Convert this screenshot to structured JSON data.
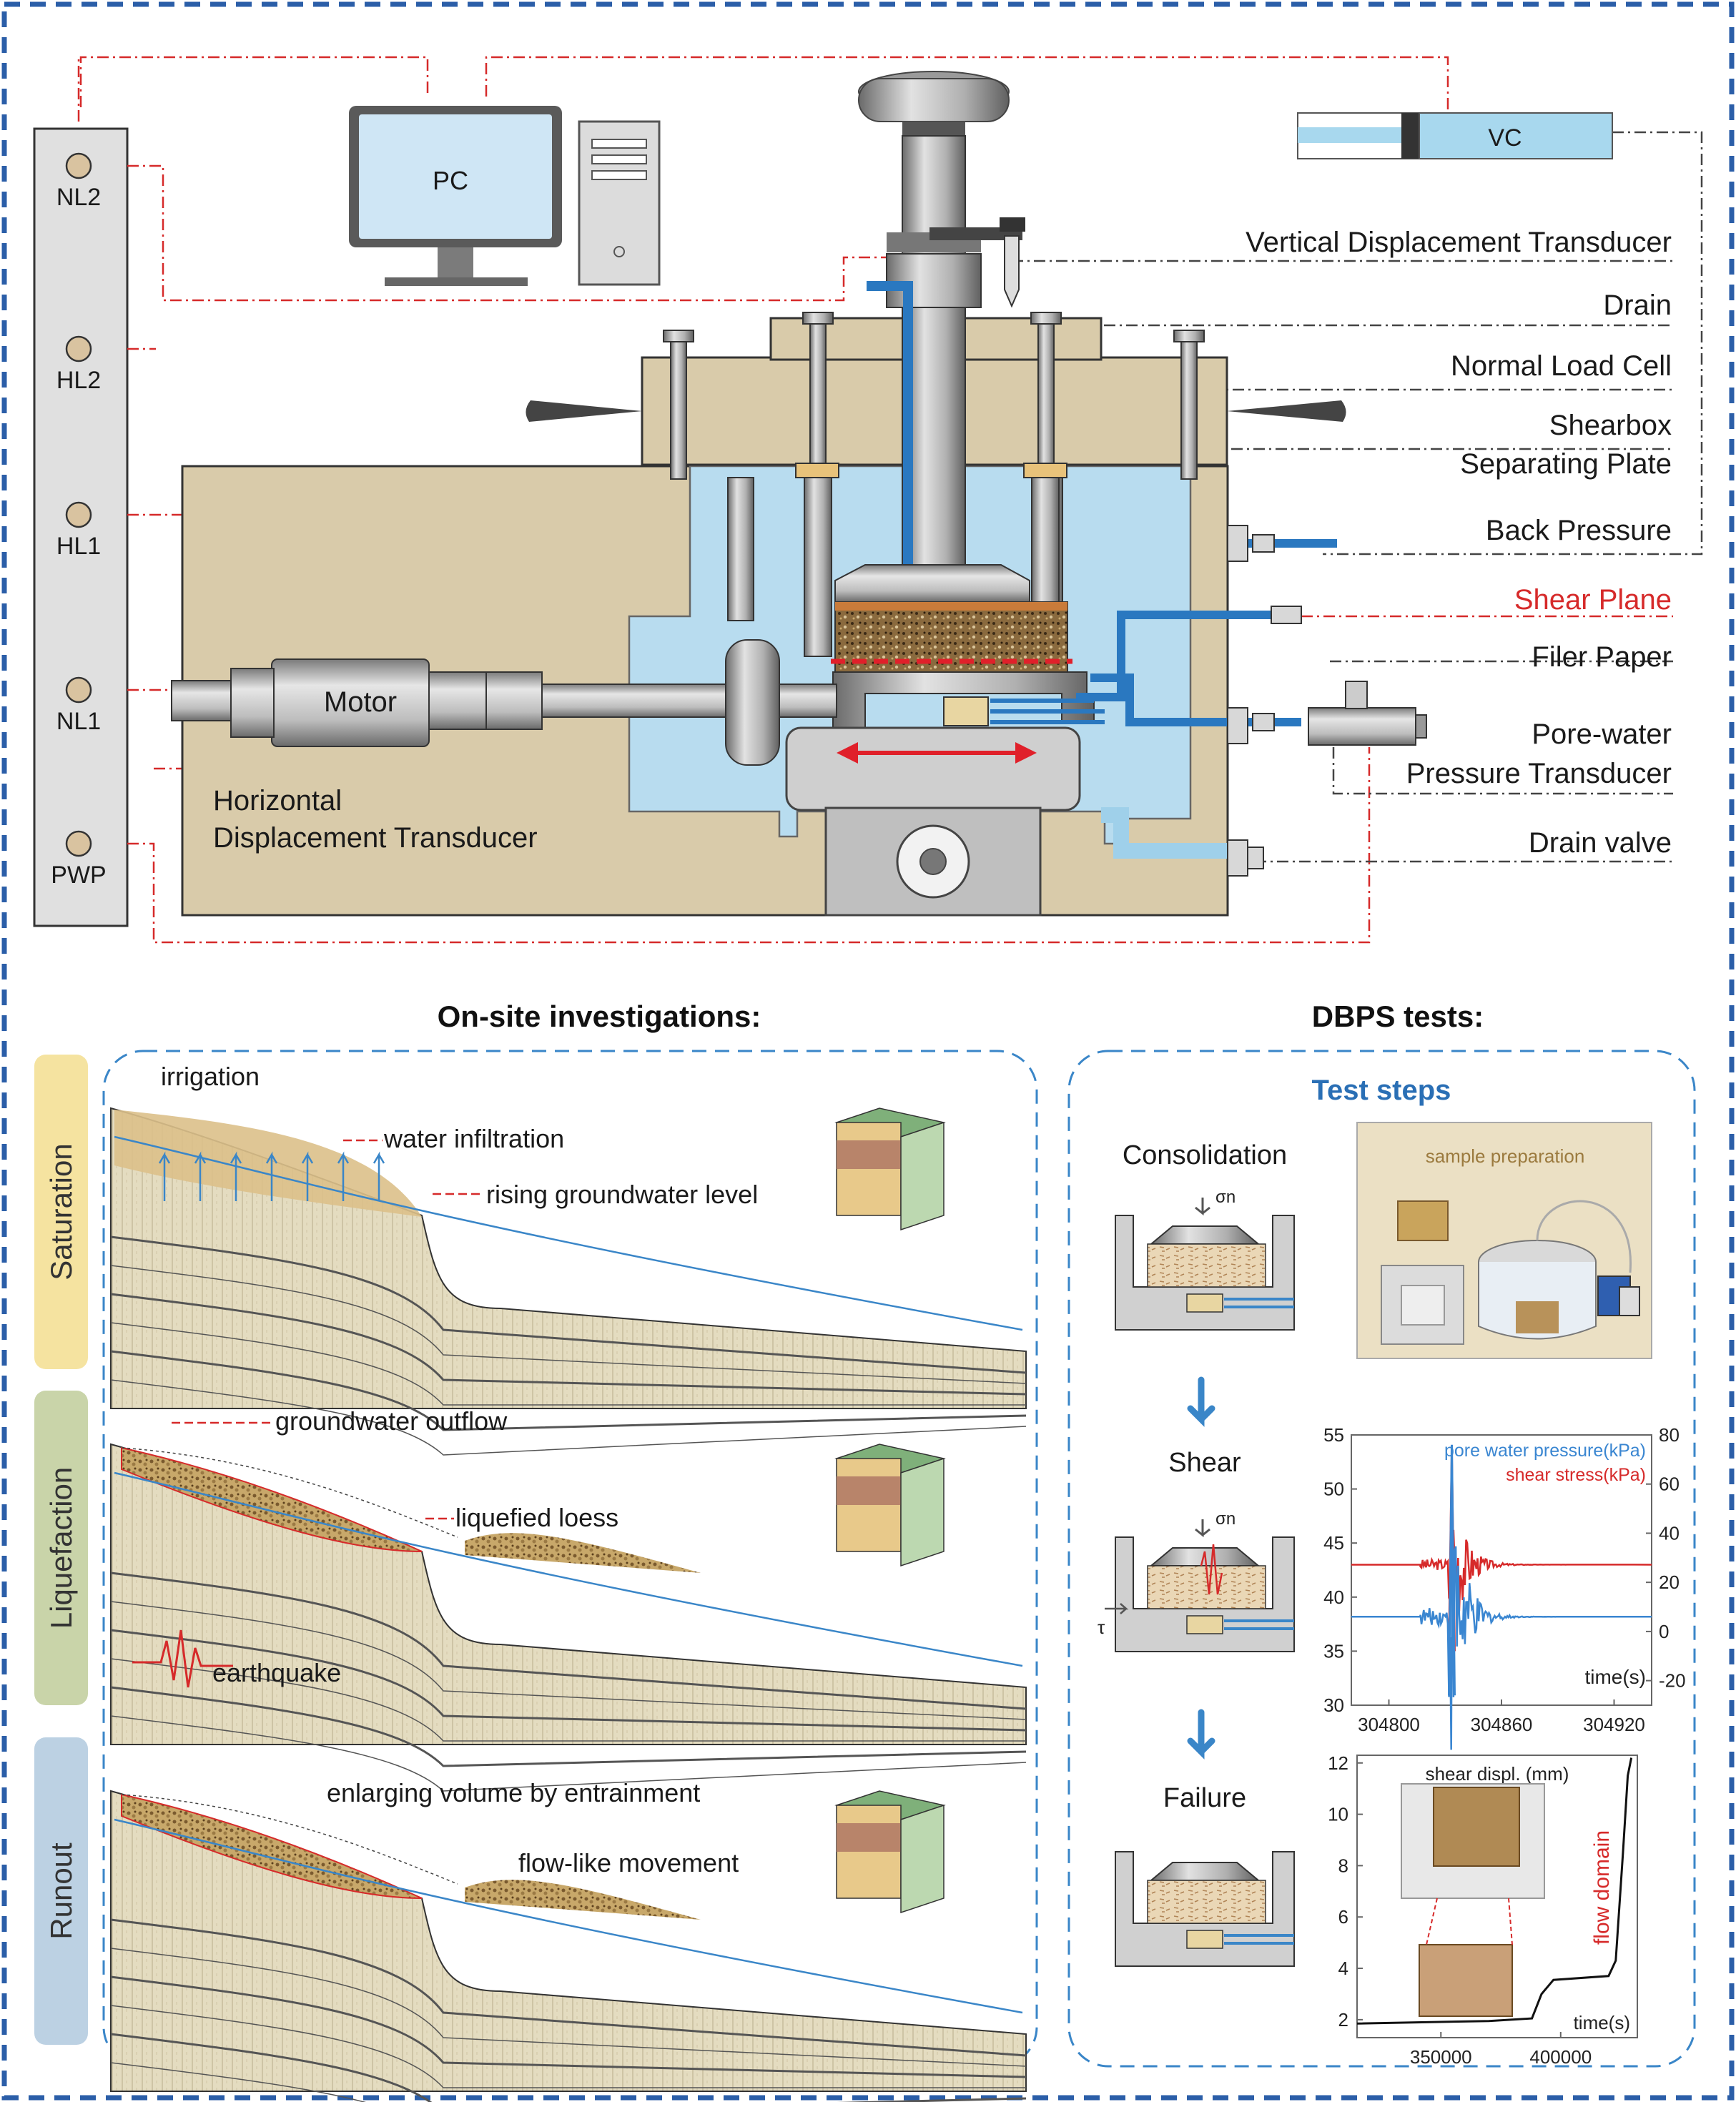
{
  "apparatus": {
    "pc_label": "PC",
    "vc_label": "VC",
    "motor_label": "Motor",
    "sensor_panel": [
      "NL2",
      "HL2",
      "HL1",
      "NL1",
      "PWP"
    ],
    "horizontal_transducer": [
      "Horizontal",
      "Displacement Transducer"
    ],
    "callouts": [
      {
        "text": "Vertical Displacement Transducer",
        "color": "#1a1a1a"
      },
      {
        "text": "Drain",
        "color": "#1a1a1a"
      },
      {
        "text": "Normal Load Cell",
        "color": "#1a1a1a"
      },
      {
        "text": "Shearbox",
        "color": "#1a1a1a"
      },
      {
        "text": "Separating Plate",
        "color": "#1a1a1a"
      },
      {
        "text": "Back Pressure",
        "color": "#1a1a1a"
      },
      {
        "text": "Shear Plane",
        "color": "#d62a2a"
      },
      {
        "text": "Filer Paper",
        "color": "#1a1a1a"
      },
      {
        "text": "Pore-water",
        "color": "#1a1a1a"
      },
      {
        "text": "Pressure Transducer",
        "color": "#1a1a1a"
      },
      {
        "text": "Drain valve",
        "color": "#1a1a1a"
      }
    ]
  },
  "onsite": {
    "title": "On-site investigations:",
    "stages": [
      {
        "name": "Saturation",
        "color": "#f5e3a0",
        "annotations": [
          "irrigation",
          "water infiltration",
          "rising groundwater level"
        ]
      },
      {
        "name": "Liquefaction",
        "color": "#c9d4a9",
        "annotations": [
          "groundwater outflow",
          "liquefied loess",
          "earthquake"
        ]
      },
      {
        "name": "Runout",
        "color": "#bcd1e3",
        "annotations": [
          "enlarging volume by entrainment",
          "flow-like movement"
        ]
      }
    ]
  },
  "dbps": {
    "title": "DBPS tests:",
    "steps_title": "Test steps",
    "steps": [
      "Consolidation",
      "Shear",
      "Failure"
    ],
    "sigma_n": "σn",
    "tau": "τ",
    "sample_preparation": "sample preparation"
  },
  "chart_data": [
    {
      "type": "line",
      "legend": [
        "pore water pressure(kPa)",
        "shear stress(kPa)"
      ],
      "legend_colors": [
        "#3a86d1",
        "#d62a2a"
      ],
      "xlabel": "time(s)",
      "x_ticks": [
        "304800",
        "304860",
        "304920"
      ],
      "xlim": [
        304780,
        304940
      ],
      "y_left_ticks": [
        "55",
        "50",
        "45",
        "40",
        "35",
        "30"
      ],
      "ylim_left": [
        30,
        55
      ],
      "y_right_ticks": [
        "80",
        "60",
        "40",
        "20",
        "0",
        "-20"
      ],
      "ylim_right": [
        -30,
        80
      ],
      "series": [
        {
          "name": "shear stress(kPa)",
          "axis": "left",
          "baseline": 43,
          "event_x": 304832,
          "peak_low": 35,
          "peak_high": 53
        },
        {
          "name": "pore water pressure(kPa)",
          "axis": "right",
          "baseline": 6,
          "event_x": 304832,
          "peak_low": -26,
          "peak_high": 76
        }
      ]
    },
    {
      "type": "line",
      "title": "shear displ. (mm)",
      "xlabel": "time(s)",
      "annotation": "flow domain",
      "x_ticks": [
        "350000",
        "400000"
      ],
      "xlim": [
        315000,
        432000
      ],
      "y_ticks": [
        "12",
        "10",
        "8",
        "6",
        "4",
        "2"
      ],
      "ylim": [
        1.3,
        12.3
      ],
      "points": [
        [
          315000,
          1.85
        ],
        [
          370000,
          1.95
        ],
        [
          388000,
          2.05
        ],
        [
          392000,
          3.0
        ],
        [
          397000,
          3.55
        ],
        [
          420000,
          3.7
        ],
        [
          423000,
          4.3
        ],
        [
          426000,
          8.5
        ],
        [
          428000,
          11.5
        ],
        [
          429500,
          12.2
        ]
      ]
    }
  ]
}
